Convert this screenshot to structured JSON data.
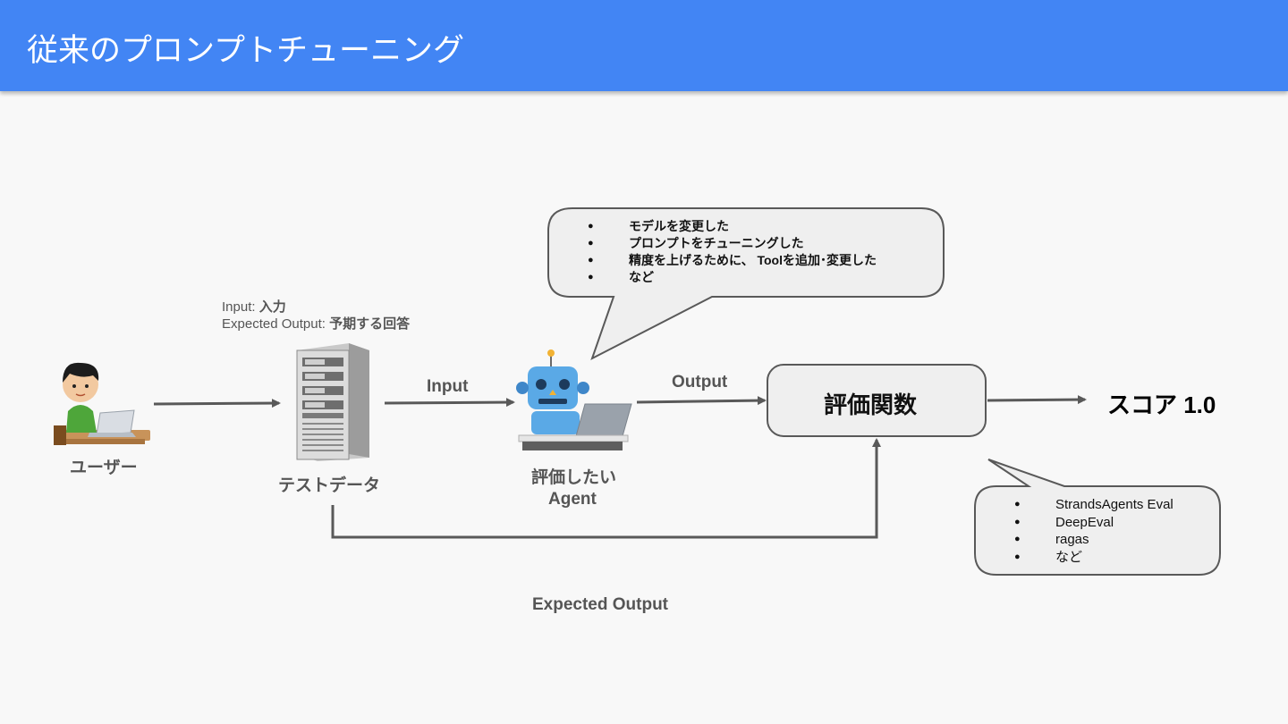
{
  "slide": {
    "title": "従来のプロンプトチューニング"
  },
  "nodes": {
    "user": "ユーザー",
    "test_data": "テストデータ",
    "agent_line1": "評価したい",
    "agent_line2": "Agent",
    "eval_function": "評価関数",
    "score": "スコア 1.0"
  },
  "edges": {
    "input": "Input",
    "output": "Output",
    "expected_output": "Expected Output"
  },
  "test_data_note": {
    "input_key": "Input: ",
    "input_value": "入力",
    "expected_key": "Expected Output: ",
    "expected_value": "予期する回答"
  },
  "agent_bubble": {
    "items": [
      "モデルを変更した",
      "プロンプトをチューニングした",
      "精度を上げるために、 Toolを追加･変更した",
      "など"
    ]
  },
  "eval_bubble": {
    "items": [
      "StrandsAgents Eval",
      "DeepEval",
      "ragas",
      "など"
    ]
  },
  "colors": {
    "header": "#4285f4",
    "arrow": "#595959",
    "box_fill": "#efefef",
    "box_stroke": "#595959"
  },
  "icons": {
    "user": "person-at-laptop-icon",
    "server": "server-tower-icon",
    "robot": "robot-at-laptop-icon"
  }
}
